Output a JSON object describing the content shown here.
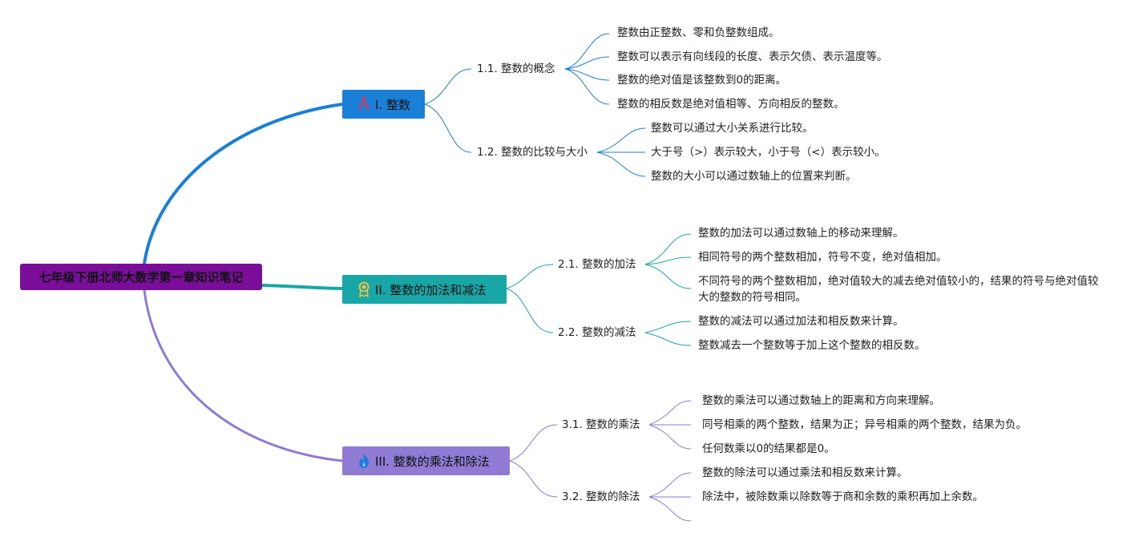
{
  "root": {
    "title": "七年级下册北师大数学第一章知识笔记"
  },
  "colors": {
    "root": "#7a0e9a",
    "branch1": "#1a7fd6",
    "branch2": "#18a6a6",
    "branch3": "#8f7bd4"
  },
  "branches": [
    {
      "label": "I. 整数",
      "icon": "compass-icon",
      "topics": [
        {
          "label": "1.1. 整数的概念",
          "points": [
            "整数由正整数、零和负整数组成。",
            "整数可以表示有向线段的长度、表示欠债、表示温度等。",
            "整数的绝对值是该整数到0的距离。",
            "整数的相反数是绝对值相等、方向相反的整数。"
          ]
        },
        {
          "label": "1.2. 整数的比较与大小",
          "points": [
            "整数可以通过大小关系进行比较。",
            "大于号（>）表示较大，小于号（<）表示较小。",
            "整数的大小可以通过数轴上的位置来判断。"
          ]
        }
      ]
    },
    {
      "label": "II. 整数的加法和减法",
      "icon": "medal-icon",
      "topics": [
        {
          "label": "2.1. 整数的加法",
          "points": [
            "整数的加法可以通过数轴上的移动来理解。",
            "相同符号的两个整数相加，符号不变，绝对值相加。",
            "不同符号的两个整数相加，绝对值较大的减去绝对值较小的，结果的符号与绝对值较大的整数的符号相同。"
          ]
        },
        {
          "label": "2.2. 整数的减法",
          "points": [
            "整数的减法可以通过加法和相反数来计算。",
            "整数减去一个整数等于加上这个整数的相反数。"
          ]
        }
      ]
    },
    {
      "label": "III. 整数的乘法和除法",
      "icon": "flame-icon",
      "topics": [
        {
          "label": "3.1. 整数的乘法",
          "points": [
            "整数的乘法可以通过数轴上的距离和方向来理解。",
            "同号相乘的两个整数，结果为正；异号相乘的两个整数，结果为负。",
            "任何数乘以0的结果都是0。"
          ]
        },
        {
          "label": "3.2. 整数的除法",
          "points": [
            "整数的除法可以通过乘法和相反数来计算。",
            "除法中，被除数乘以除数等于商和余数的乘积再加上余数。",
            ""
          ]
        }
      ]
    }
  ]
}
